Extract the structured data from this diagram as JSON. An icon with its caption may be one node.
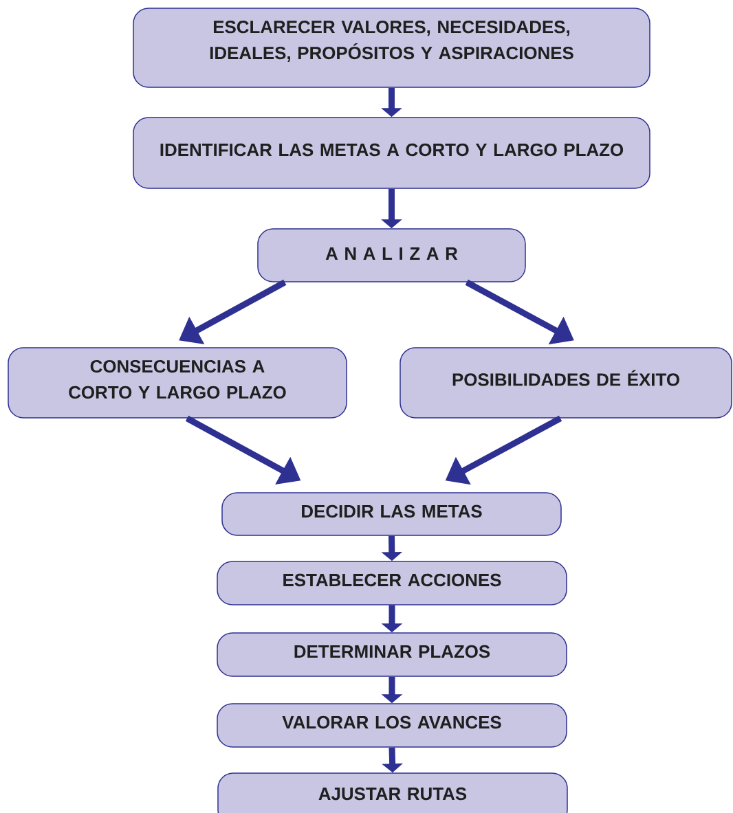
{
  "diagram": {
    "nodes": [
      {
        "text": [
          "ESCLARECER VALORES, NECESIDADES, IDEALES, PROPÓSITOS Y ASPIRACIONES"
        ]
      },
      {
        "text": [
          "IDENTIFICAR LAS METAS A CORTO Y LARGO PLAZO"
        ]
      },
      {
        "text": [
          "A N A L I Z A R"
        ]
      },
      {
        "text": [
          "CONSECUENCIAS A CORTO Y LARGO PLAZO"
        ]
      },
      {
        "text": [
          "POSIBILIDADES DE ÉXITO"
        ]
      },
      {
        "text": [
          "DECIDIR LAS METAS"
        ]
      },
      {
        "text": [
          "ESTABLECER ACCIONES"
        ]
      },
      {
        "text": [
          "DETERMINAR PLAZOS"
        ]
      },
      {
        "text": [
          "VALORAR LOS AVANCES"
        ]
      },
      {
        "text": [
          "AJUSTAR RUTAS"
        ]
      }
    ],
    "edges": [
      {
        "from": 0,
        "to": 1,
        "arrow": "to"
      },
      {
        "from": 1,
        "to": 2,
        "arrow": "to"
      },
      {
        "from": 2,
        "to": 3,
        "arrow": "to"
      },
      {
        "from": 2,
        "to": 4,
        "arrow": "to"
      },
      {
        "from": 3,
        "to": 5,
        "arrow": "to"
      },
      {
        "from": 4,
        "to": 5,
        "arrow": "to"
      },
      {
        "from": 5,
        "to": 6,
        "arrow": "to"
      },
      {
        "from": 6,
        "to": 7,
        "arrow": "to"
      },
      {
        "from": 7,
        "to": 8,
        "arrow": "to"
      },
      {
        "from": 8,
        "to": 9,
        "arrow": "to"
      }
    ]
  }
}
